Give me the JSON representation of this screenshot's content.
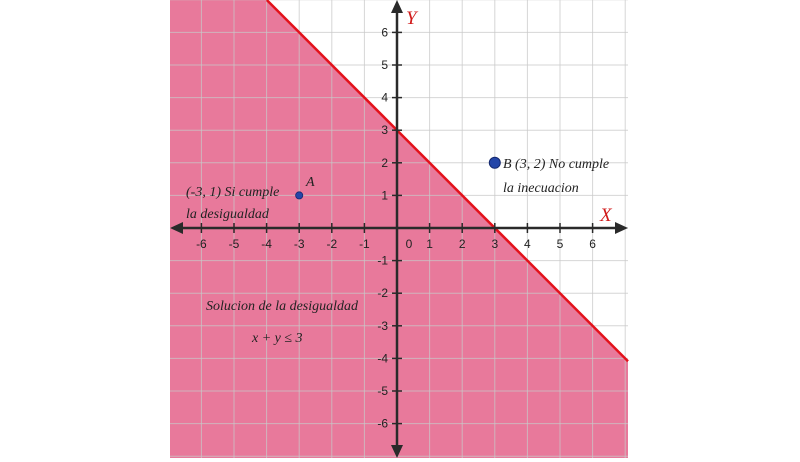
{
  "figure": {
    "axis_x_label": "X",
    "axis_y_label": "Y",
    "x_ticks": [
      "-6",
      "-5",
      "-4",
      "-3",
      "-2",
      "-1",
      "0",
      "1",
      "2",
      "3",
      "4",
      "5",
      "6"
    ],
    "y_ticks_pos": [
      "6",
      "5",
      "4",
      "3",
      "2",
      "1"
    ],
    "y_ticks_neg": [
      "-1",
      "-2",
      "-3",
      "-4",
      "-5",
      "-6"
    ],
    "line": {
      "equation": "x + y = 3",
      "color": "#e3121b"
    },
    "region": {
      "fill": "#e8799b"
    },
    "point_a": {
      "label": "A",
      "x": -3,
      "y": 1,
      "caption_line1": "(-3, 1)  Si cumple",
      "caption_line2": "la desigualdad"
    },
    "point_b": {
      "label": "B  (3, 2)  No cumple",
      "x": 3,
      "y": 2,
      "caption_line2": "la inecuacion"
    },
    "solution_title": "Solucion de la desigualdad",
    "solution_formula": "x + y  ≤ 3",
    "colors": {
      "axis": "#2a2a2a",
      "grid": "#c8c8c8",
      "point": "#2446a8",
      "axis_label": "#d11b1b"
    }
  }
}
